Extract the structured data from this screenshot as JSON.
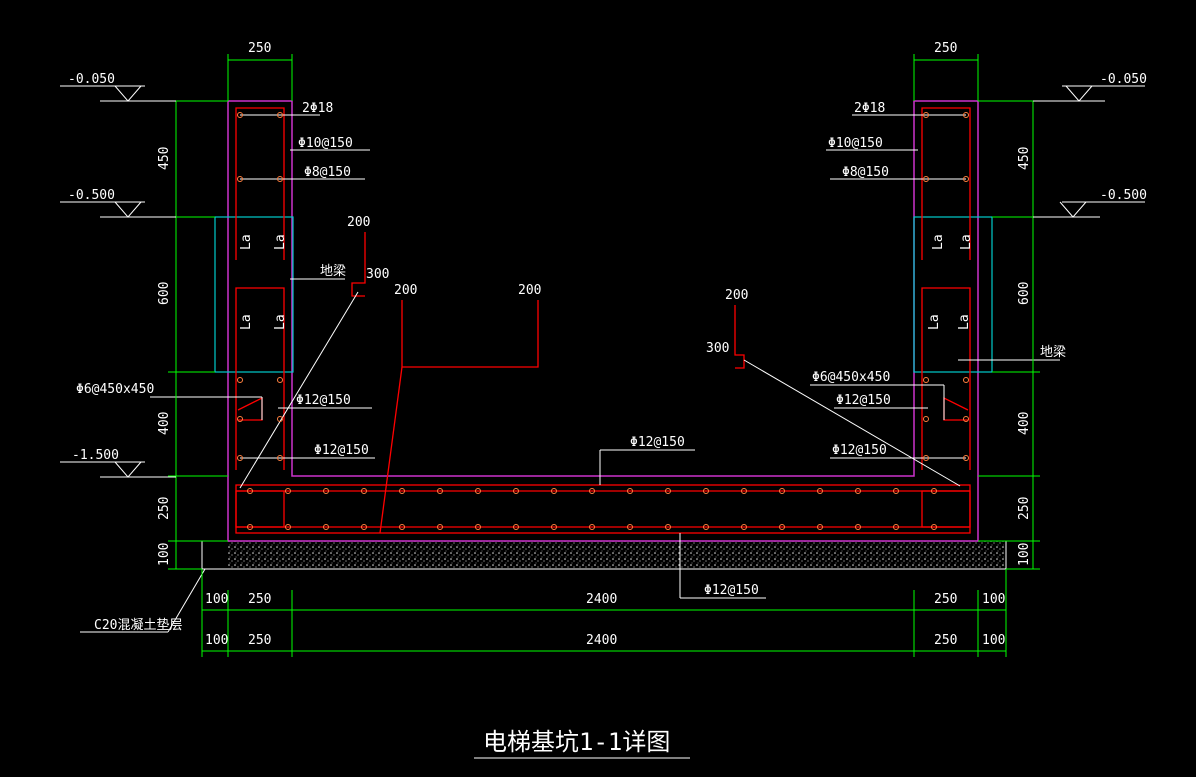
{
  "title": "电梯基坑1-1详图",
  "levels": {
    "left_top": "-0.050",
    "left_mid": "-0.500",
    "left_bottom": "-1.500",
    "right_top": "-0.050",
    "right_mid": "-0.500"
  },
  "dims": {
    "top_left": "250",
    "top_right": "250",
    "v450": "450",
    "v600": "600",
    "v400": "400",
    "v250": "250",
    "v100": "100",
    "b100": "100",
    "b250": "250",
    "b2400": "2400"
  },
  "rebar": {
    "top_bars": "2Φ18",
    "stirrup_10": "Φ10@150",
    "stirrup_8": "Φ8@150",
    "tie": "Φ6@450x450",
    "bar_12": "Φ12@150",
    "la": "La",
    "beam": "地梁"
  },
  "hooks": {
    "h200": "200",
    "h300": "300"
  },
  "pad_note": "C20混凝土垫层",
  "colors": {
    "background": "#000000",
    "dimension": "#00ff00",
    "rebar": "#ff0000",
    "outline": "#cc33cc",
    "beam": "#00cccc",
    "bar_dot": "#ff8040",
    "text": "#ffffff"
  }
}
